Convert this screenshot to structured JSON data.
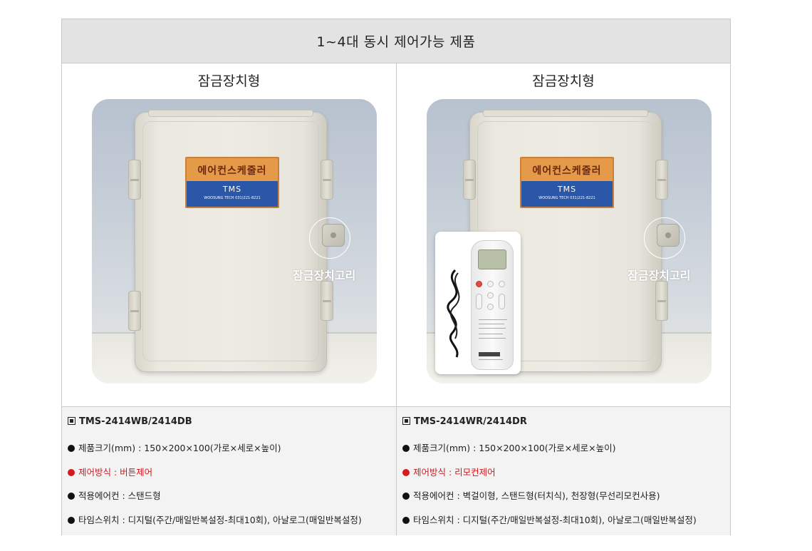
{
  "header": {
    "title": "1~4대 동시 제어가능 제품"
  },
  "products": [
    {
      "type_title": "잠금장치형",
      "label_main": "에어컨스케줄러",
      "label_brand": "TMS",
      "label_contact": "WOOSUNG TECH 031)221-8221",
      "lock_label": "잠금장치고리",
      "model": "TMS-2414WB/2414DB",
      "specs": [
        {
          "text": "제품크기(mm) : 150×200×100(가로×세로×높이)",
          "highlight": false
        },
        {
          "text": "제어방식 : 버튼제어",
          "highlight": true
        },
        {
          "text": "적용에어컨 : 스탠드형",
          "highlight": false
        },
        {
          "text": "타임스위치 : 디지털(주간/매일반복설정-최대10회), 아날로그(매일반복설정)",
          "highlight": false
        }
      ]
    },
    {
      "type_title": "잠금장치형",
      "label_main": "에어컨스케줄러",
      "label_brand": "TMS",
      "label_contact": "WOOSUNG TECH 031)221-8221",
      "lock_label": "잠금장치고리",
      "model": "TMS-2414WR/2414DR",
      "specs": [
        {
          "text": "제품크기(mm) : 150×200×100(가로×세로×높이)",
          "highlight": false
        },
        {
          "text": "제어방식 : 리모컨제어",
          "highlight": true
        },
        {
          "text": "적용에어컨 : 벽걸이형, 스탠드형(터치식), 천장형(무선리모컨사용)",
          "highlight": false
        },
        {
          "text": "타임스위치 : 디지털(주간/매일반복설정-최대10회), 아날로그(매일반복설정)",
          "highlight": false
        }
      ]
    }
  ],
  "colors": {
    "highlight": "#d4191f",
    "header_bg": "#e3e3e3",
    "info_bg": "#f3f3f3"
  }
}
